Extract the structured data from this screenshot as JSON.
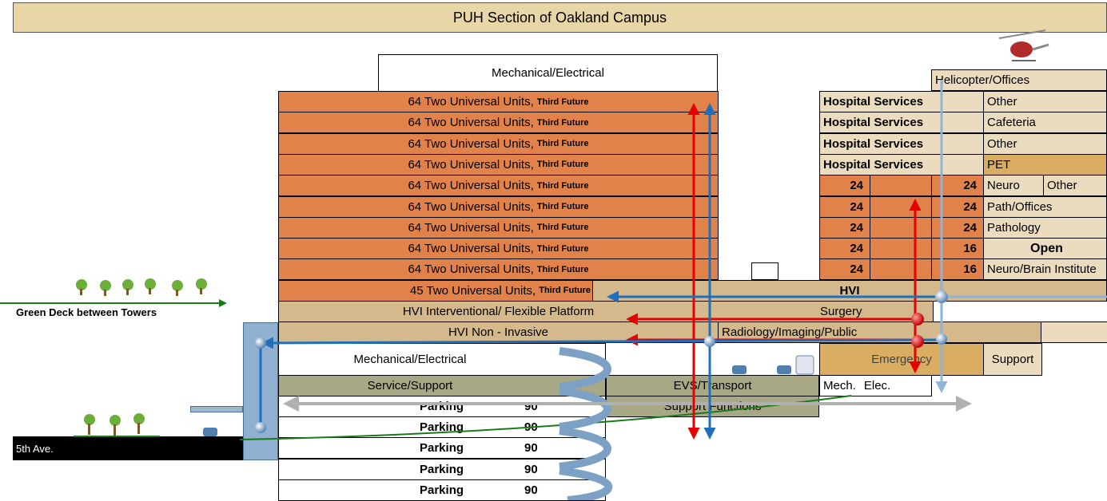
{
  "title": "PUH Section of Oakland Campus",
  "tower": {
    "top_mech": "Mechanical/Electrical",
    "units_label": "64 Two Universal Units,",
    "units_suffix": "Third Future",
    "units_last_label": "45 Two Universal Units,",
    "hvi_interventional": "HVI Interventional/ Flexible Platform",
    "hvi_noninvasive": "HVI Non - Invasive",
    "lower_mech": "Mechanical/Electrical",
    "service_support": "Service/Support",
    "parking_label": "Parking",
    "parking_count": "90"
  },
  "middle": {
    "evs_transport": "EVS/Transport",
    "support_functions": "Support Functions",
    "surgery": "Surgery",
    "radiology": "Radiology/Imaging/Public",
    "hvi": "HVI"
  },
  "right_tower": {
    "helicopter": "Helicopter/Offices",
    "hospital_services": "Hospital Services",
    "other": "Other",
    "cafeteria": "Cafeteria",
    "pet": "PET",
    "neuro": "Neuro",
    "path_offices": "Path/Offices",
    "pathology": "Pathology",
    "open": "Open",
    "neuro_brain": "Neuro/Brain Institute",
    "n24": "24",
    "n16": "16",
    "emergency": "Emergency",
    "support": "Support",
    "mech": "Mech.",
    "elec": "Elec."
  },
  "site": {
    "green_deck": "Green Deck between Towers",
    "street": "5th Ave."
  },
  "colors": {
    "orange": "#e0824a",
    "tan": "#d4b98c",
    "beige": "#ecdcbf",
    "olive": "#a8a886",
    "red_arrow": "#e60000",
    "blue_arrow": "#1f6fbf",
    "lightblue_arrow": "#8fb4d9",
    "green_line": "#1a7a1a"
  }
}
